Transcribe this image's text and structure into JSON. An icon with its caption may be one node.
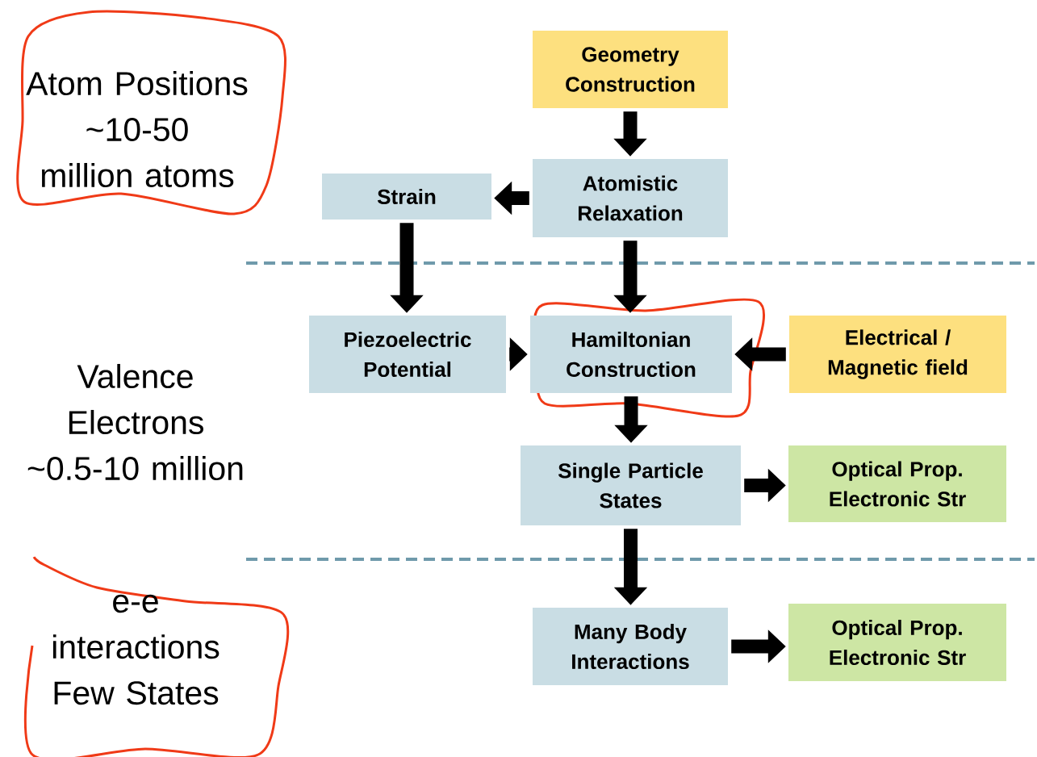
{
  "diagram": {
    "nodes": [
      {
        "text": [
          "Geometry Construction"
        ]
      },
      {
        "text": [
          "Atomistic Relaxation"
        ]
      },
      {
        "text": [
          "Strain"
        ]
      },
      {
        "text": [
          "Piezoelectric Potential"
        ]
      },
      {
        "text": [
          "Hamiltonian Construction"
        ]
      },
      {
        "text": [
          "Electrical / Magnetic field"
        ]
      },
      {
        "text": [
          "Single Particle States"
        ]
      },
      {
        "text": [
          "Optical Prop. Electronic Str"
        ]
      },
      {
        "text": [
          "Many Body Interactions"
        ]
      },
      {
        "text": [
          "Optical Prop. Electronic Str"
        ]
      },
      {
        "text": [
          "Atom Positions ~10-50 million atoms"
        ]
      },
      {
        "text": [
          "e-e interactions Few States"
        ]
      }
    ],
    "edges": [
      {
        "from": 0,
        "to": 1,
        "arrow": "to"
      },
      {
        "from": 1,
        "to": 2,
        "arrow": "to"
      },
      {
        "from": 2,
        "to": 3,
        "arrow": "to"
      },
      {
        "from": 1,
        "to": 4,
        "arrow": "to"
      },
      {
        "from": 3,
        "to": 4,
        "arrow": "to"
      },
      {
        "from": 5,
        "to": 4,
        "arrow": "to"
      },
      {
        "from": 4,
        "to": 6,
        "arrow": "to"
      },
      {
        "from": 6,
        "to": 7,
        "arrow": "to"
      },
      {
        "from": 6,
        "to": 8,
        "arrow": "to"
      },
      {
        "from": 8,
        "to": 9,
        "arrow": "to"
      }
    ],
    "labels": [
      "Valence Electrons ~0.5-10 million"
    ]
  }
}
